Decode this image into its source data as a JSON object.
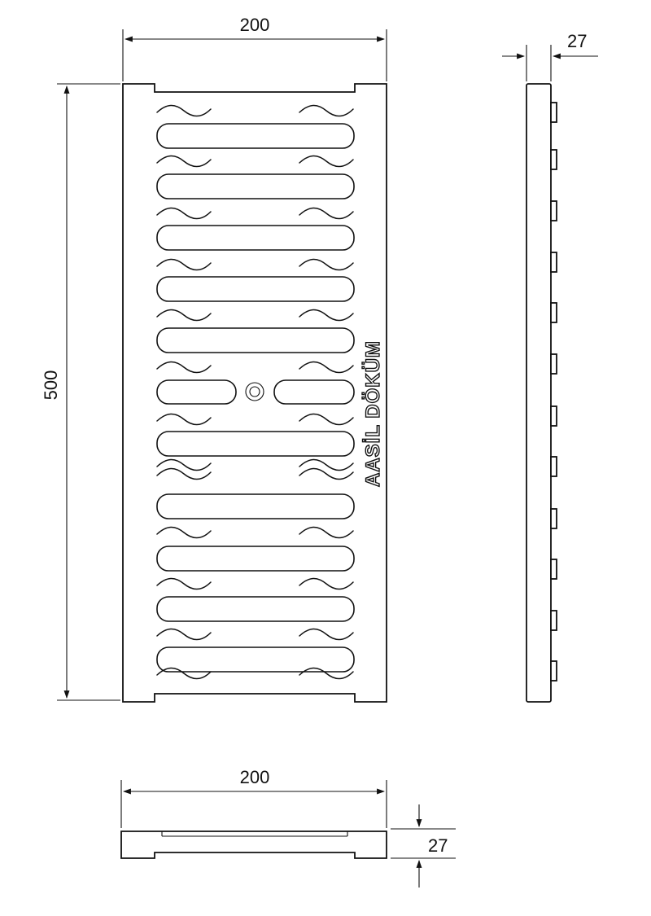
{
  "drawing": {
    "dimensions": {
      "top_width": "200",
      "side_thickness": "27",
      "height": "500",
      "bottom_width": "200",
      "bottom_thickness": "27"
    },
    "brand_text": "AASİL DÖKÜM"
  }
}
